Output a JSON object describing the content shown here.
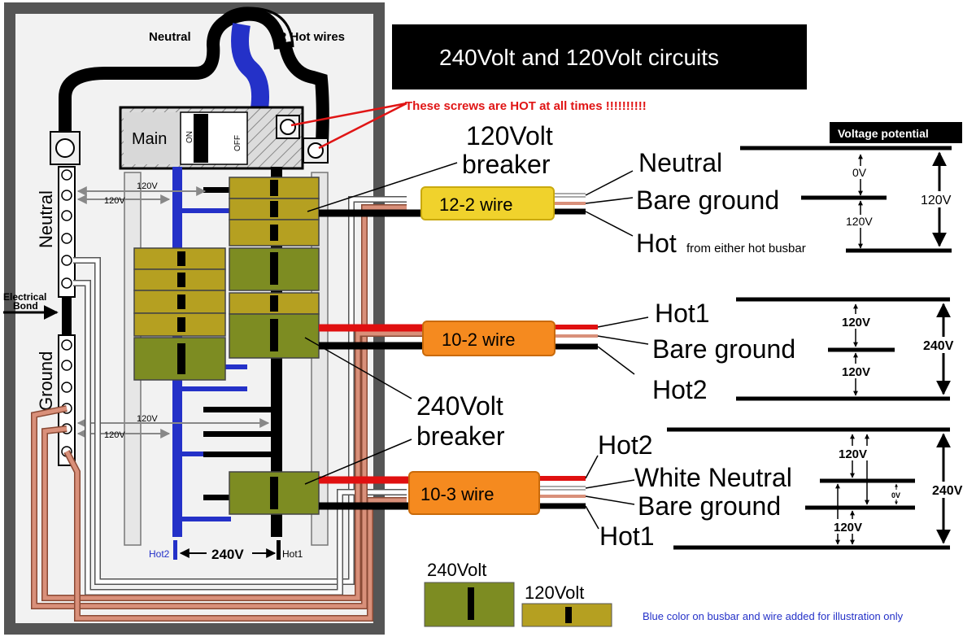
{
  "title": "240Volt and 120Volt circuits",
  "panel": {
    "neutral_wire_label": "Neutral",
    "hot_wires_label": "2 Hot wires",
    "hot_screws_warning": "These screws are HOT at all times !!!!!!!!!!",
    "main_label": "Main",
    "main_on": "ON",
    "main_off": "OFF",
    "neutral_bar_label": "Neutral",
    "ground_bar_label": "Ground",
    "bond_label_1": "Electrical",
    "bond_label_2": "Bond",
    "bar_voltage_label": "120V",
    "hot2_label": "Hot2",
    "hot1_label": "Hot1",
    "busbar_voltage_label": "240V"
  },
  "callouts": {
    "breaker120_line1": "120Volt",
    "breaker120_line2": "breaker",
    "breaker240_line1": "240Volt",
    "breaker240_line2": "breaker"
  },
  "cables": {
    "c122": "12-2 wire",
    "c102": "10-2 wire",
    "c103": "10-3 wire"
  },
  "circuit1": {
    "neutral": "Neutral",
    "bare_ground": "Bare ground",
    "hot": "Hot",
    "hot_note": "from either hot busbar",
    "v_neutral_ground": "0V",
    "v_ground_hot": "120V",
    "v_total": "120V"
  },
  "circuit2": {
    "hot1": "Hot1",
    "bare_ground": "Bare ground",
    "hot2": "Hot2",
    "v_upper": "120V",
    "v_lower": "120V",
    "v_total": "240V"
  },
  "circuit3": {
    "hot2": "Hot2",
    "white_neutral": "White Neutral",
    "bare_ground": "Bare ground",
    "hot1": "Hot1",
    "v_hot2_neutral": "120V",
    "v_neutral_ground": "0V",
    "v_ground_hot1": "120V",
    "v_total": "240V"
  },
  "voltage_potential_header": "Voltage potential",
  "legend": {
    "breaker240": "240Volt",
    "breaker120": "120Volt",
    "note": "Blue color on busbar and wire added for illustration only"
  },
  "colors": {
    "breaker240": "#7d8c22",
    "breaker120": "#b5a021",
    "busbar_blue": "#2431c8",
    "copper": "#d9907a",
    "hot_red": "#e01010",
    "cable_yellow": "#f0d22c",
    "cable_orange": "#f58a1f",
    "warning_red": "#e01515"
  }
}
